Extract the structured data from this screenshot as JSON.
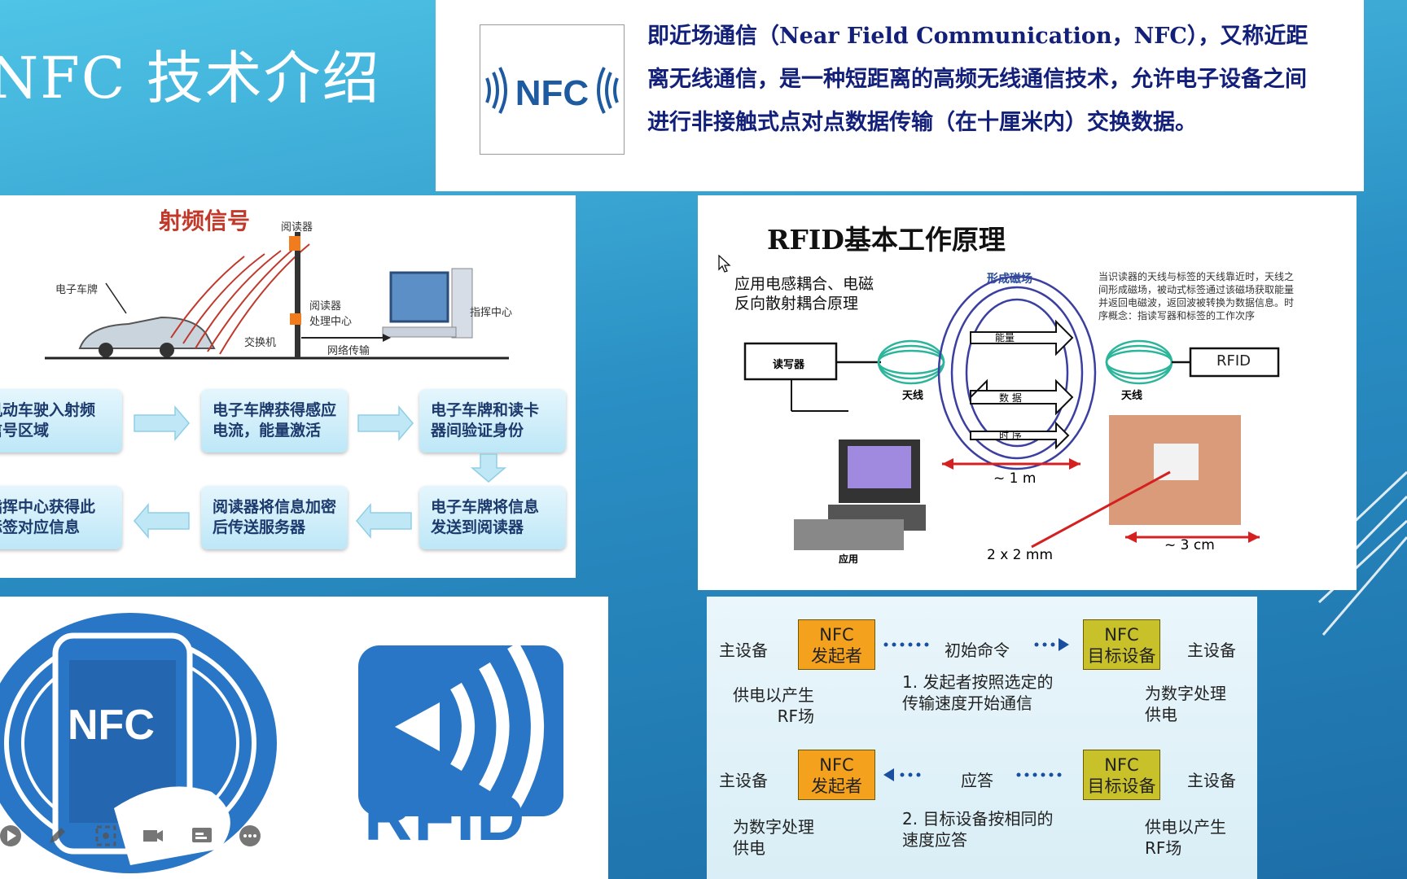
{
  "slide": {
    "title": "NFC  技术介绍",
    "intro": {
      "logo_text": "NFC",
      "text": "即近场通信（Near Field Communication，NFC），又称近距离无线通信，是一种短距离的高频无线通信技术，允许电子设备之间进行非接触式点对点数据传输（在十厘米内）交换数据。"
    },
    "etc_figure": {
      "heading": "射频信号",
      "labels": {
        "reader": "阅读器",
        "plate": "电子车牌",
        "reader_center": "阅读器\n处理中心",
        "switch": "交换机",
        "network": "网络传输",
        "command": "指挥中心"
      },
      "steps": [
        "机动车驶入射频\n信号区域",
        "电子车牌获得感应\n电流，能量激活",
        "电子车牌和读卡\n器间验证身份",
        "指挥中心获得此\n标签对应信息",
        "阅读器将信息加密\n后传送服务器",
        "电子车牌将信息\n发送到阅读器"
      ]
    },
    "rfid_figure": {
      "title": "RFID基本工作原理",
      "subtitle": "应用电感耦合、电磁\n反向散射耦合原理",
      "field_label": "形成磁场",
      "note": "当识读器的天线与标签的天线靠近时，天线之间形成磁场，被动式标签通过该磁场获取能量并返回电磁波，返回波被转换为数据信息。时序概念：指读写器和标签的工作次序",
      "reader": "读写器",
      "antenna": "天线",
      "energy": "能量",
      "data": "数  据",
      "timing": "时  序",
      "tag": "RFID",
      "app": "应用",
      "distance": "~ 1 m",
      "tag_size": "~ 3 cm",
      "chip_size": "2 x 2 mm"
    },
    "logos": {
      "nfc": "NFC",
      "rfid": "RFID"
    },
    "nfc_flow": {
      "host": "主设备",
      "initiator": "NFC\n发起者",
      "target": "NFC\n目标设备",
      "init_cmd": "初始命令",
      "response": "应答",
      "step1": "1. 发起者按照选定的\n传输速度开始通信",
      "step2": "2. 目标设备按相同的\n速度应答",
      "power_rf": "供电以产生\nRF场",
      "power_data": "为数字处理\n供电"
    },
    "toolbar": [
      "play-icon",
      "pen-icon",
      "screenshot-icon",
      "camera-icon",
      "subtitle-icon",
      "more-icon"
    ],
    "colors": {
      "background": "#2a8fc4",
      "title": "#ffffff",
      "intro_text": "#13207a",
      "initiator": "#f4a21e",
      "target": "#c9c12a"
    }
  }
}
